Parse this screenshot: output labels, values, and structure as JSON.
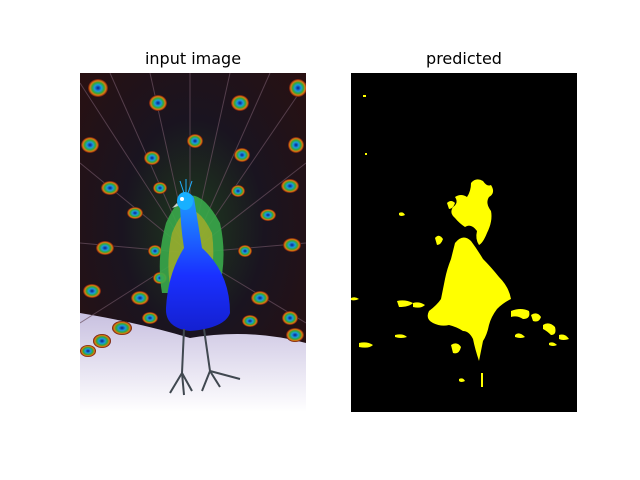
{
  "figure": {
    "panels": [
      {
        "title": "input image",
        "content": "peacock photo with fanned tail feathers, high-contrast colors"
      },
      {
        "title": "predicted",
        "content": "segmentation mask: yellow peacock region on black background"
      }
    ],
    "colors": {
      "background": "#ffffff",
      "mask_foreground": "#ffff00",
      "mask_background": "#000000",
      "peacock_body": "#1428e0",
      "feather_green": "#3aa84a"
    }
  }
}
